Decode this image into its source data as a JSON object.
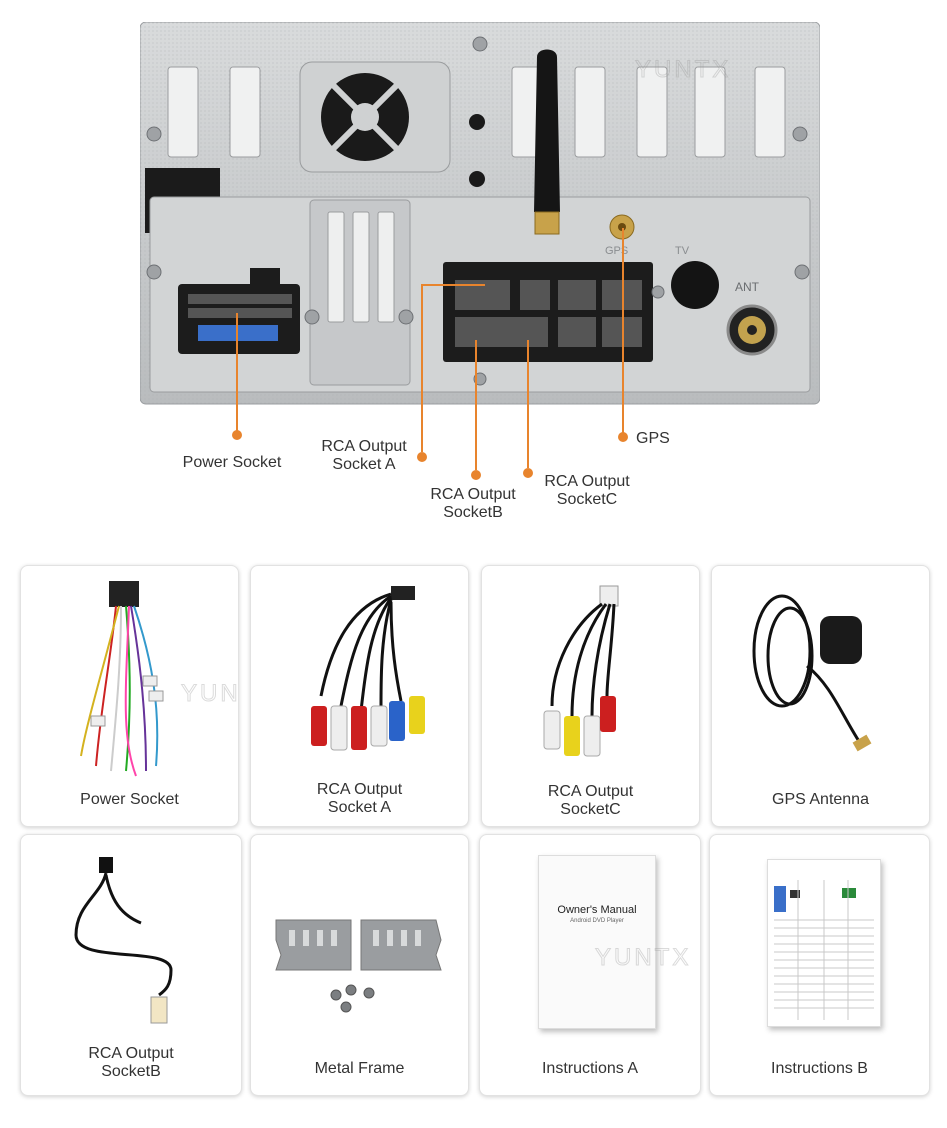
{
  "watermark": {
    "brand": "YUNTX"
  },
  "unit_panel": {
    "ant_label": "ANT",
    "gps_label": "GPS",
    "tv_label": "TV"
  },
  "callouts": {
    "power_socket": "Power Socket",
    "rca_a": "RCA Output\nSocket A",
    "rca_b": "RCA Output\nSocketB",
    "rca_c": "RCA Output\nSocketC",
    "gps": "GPS"
  },
  "accessories": [
    {
      "label": "Power Socket",
      "icon": "wire-harness-icon"
    },
    {
      "label": "RCA Output\nSocket A",
      "icon": "rca-cable-a-icon"
    },
    {
      "label": "RCA Output\nSocketC",
      "icon": "rca-cable-c-icon"
    },
    {
      "label": "GPS Antenna",
      "icon": "gps-antenna-icon"
    },
    {
      "label": "RCA Output\nSocketB",
      "icon": "rca-cable-b-icon"
    },
    {
      "label": "Metal Frame",
      "icon": "metal-frame-icon"
    },
    {
      "label": "Instructions A",
      "icon": "manual-a-icon",
      "cover_title": "Owner's Manual",
      "cover_subtitle": "Android DVD Player"
    },
    {
      "label": "Instructions B",
      "icon": "manual-b-icon"
    }
  ],
  "colors": {
    "accent": "#e8842d",
    "panel": "#c9cbcc",
    "connector": "#1c1c1c"
  }
}
